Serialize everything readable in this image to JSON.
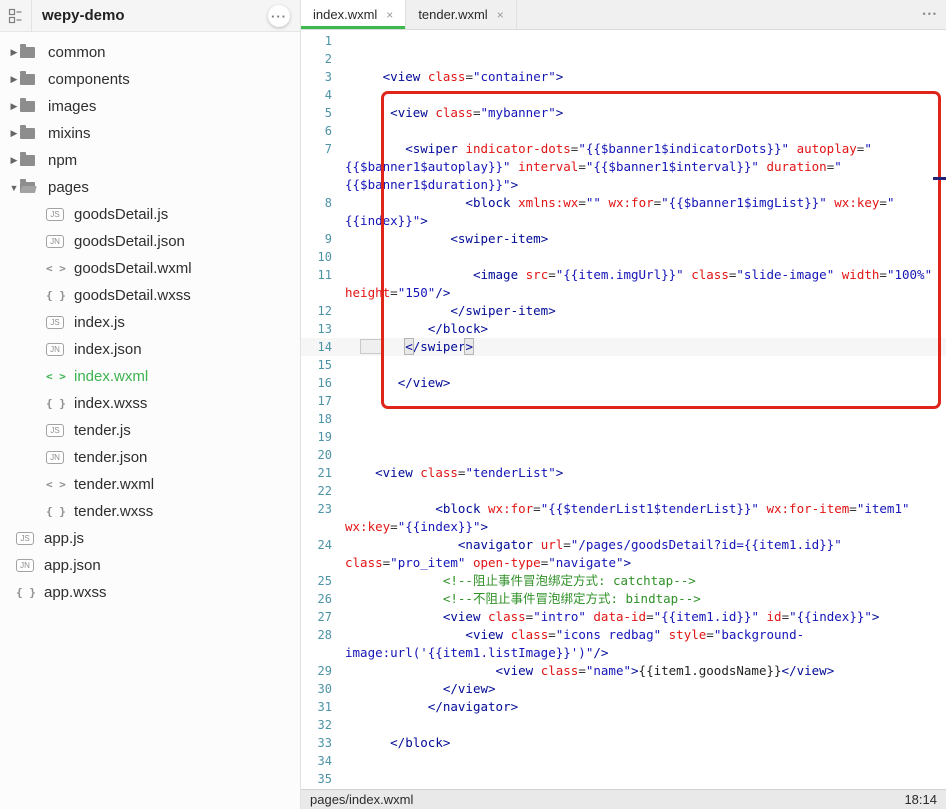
{
  "sidebar": {
    "project_name": "wepy-demo",
    "more_icon": "···",
    "tree": [
      {
        "label": "common",
        "type": "folder",
        "depth": 0
      },
      {
        "label": "components",
        "type": "folder",
        "depth": 0
      },
      {
        "label": "images",
        "type": "folder",
        "depth": 0
      },
      {
        "label": "mixins",
        "type": "folder",
        "depth": 0
      },
      {
        "label": "npm",
        "type": "folder",
        "depth": 0
      },
      {
        "label": "pages",
        "type": "folder",
        "depth": 0,
        "expanded": true
      },
      {
        "label": "goodsDetail.js",
        "type": "js",
        "depth": 1
      },
      {
        "label": "goodsDetail.json",
        "type": "json",
        "depth": 1
      },
      {
        "label": "goodsDetail.wxml",
        "type": "wxml",
        "depth": 1
      },
      {
        "label": "goodsDetail.wxss",
        "type": "wxss",
        "depth": 1
      },
      {
        "label": "index.js",
        "type": "js",
        "depth": 1
      },
      {
        "label": "index.json",
        "type": "json",
        "depth": 1
      },
      {
        "label": "index.wxml",
        "type": "wxml",
        "depth": 1,
        "selected": true
      },
      {
        "label": "index.wxss",
        "type": "wxss",
        "depth": 1
      },
      {
        "label": "tender.js",
        "type": "js",
        "depth": 1
      },
      {
        "label": "tender.json",
        "type": "json",
        "depth": 1
      },
      {
        "label": "tender.wxml",
        "type": "wxml",
        "depth": 1
      },
      {
        "label": "tender.wxss",
        "type": "wxss",
        "depth": 1
      },
      {
        "label": "app.js",
        "type": "js",
        "depth": 0
      },
      {
        "label": "app.json",
        "type": "json",
        "depth": 0
      },
      {
        "label": "app.wxss",
        "type": "wxss",
        "depth": 0
      }
    ],
    "badge_labels": {
      "js": "JS",
      "json": "JN",
      "wxml": "< >",
      "wxss": "{ }"
    }
  },
  "tabs": {
    "close_icon": "×",
    "overflow_icon": "•••",
    "items": [
      {
        "label": "index.wxml",
        "active": true
      },
      {
        "label": "tender.wxml",
        "active": false
      }
    ]
  },
  "editor": {
    "annotation_color": "#df241a",
    "lines": [
      {
        "n": 1,
        "t": ""
      },
      {
        "n": 2,
        "t": ""
      },
      {
        "n": 3,
        "t": "     <view class=\"container\">"
      },
      {
        "n": 4,
        "t": ""
      },
      {
        "n": 5,
        "t": "      <view class=\"mybanner\">"
      },
      {
        "n": 6,
        "t": ""
      },
      {
        "n": 7,
        "t": "        <swiper indicator-dots=\"{{$banner1$indicatorDots}}\" autoplay=\"{{$banner1$autoplay}}\" interval=\"{{$banner1$interval}}\" duration=\"{{$banner1$duration}}\">"
      },
      {
        "n": 8,
        "t": "                <block xmlns:wx=\"\" wx:for=\"{{$banner1$imgList}}\" wx:key=\"{{index}}\">"
      },
      {
        "n": 9,
        "t": "              <swiper-item>"
      },
      {
        "n": 10,
        "t": ""
      },
      {
        "n": 11,
        "t": "                 <image src=\"{{item.imgUrl}}\" class=\"slide-image\" width=\"100%\" height=\"150\"/>"
      },
      {
        "n": 12,
        "t": "              </swiper-item>"
      },
      {
        "n": 13,
        "t": "           </block>"
      },
      {
        "n": 14,
        "t": "        </swiper>",
        "cur": true,
        "bm": true,
        "ghost": true
      },
      {
        "n": 15,
        "t": ""
      },
      {
        "n": 16,
        "t": "       </view>"
      },
      {
        "n": 17,
        "t": ""
      },
      {
        "n": 18,
        "t": ""
      },
      {
        "n": 19,
        "t": ""
      },
      {
        "n": 20,
        "t": ""
      },
      {
        "n": 21,
        "t": "    <view class=\"tenderList\">"
      },
      {
        "n": 22,
        "t": ""
      },
      {
        "n": 23,
        "t": "            <block wx:for=\"{{$tenderList1$tenderList}}\" wx:for-item=\"item1\" wx:key=\"{{index}}\">"
      },
      {
        "n": 24,
        "t": "               <navigator url=\"/pages/goodsDetail?id={{item1.id}}\" class=\"pro_item\" open-type=\"navigate\">"
      },
      {
        "n": 25,
        "t": "             <!--阻止事件冒泡绑定方式: catchtap-->"
      },
      {
        "n": 26,
        "t": "             <!--不阻止事件冒泡绑定方式: bindtap-->"
      },
      {
        "n": 27,
        "t": "             <view class=\"intro\" data-id=\"{{item1.id}}\" id=\"{{index}}\">"
      },
      {
        "n": 28,
        "t": "                <view class=\"icons redbag\" style=\"background-image:url('{{item1.listImage}}')\"/>"
      },
      {
        "n": 29,
        "t": "                    <view class=\"name\">{{item1.goodsName}}</view>"
      },
      {
        "n": 30,
        "t": "             </view>"
      },
      {
        "n": 31,
        "t": "           </navigator>"
      },
      {
        "n": 32,
        "t": ""
      },
      {
        "n": 33,
        "t": "      </block>"
      },
      {
        "n": 34,
        "t": ""
      },
      {
        "n": 35,
        "t": ""
      }
    ]
  },
  "statusbar": {
    "file_path": "pages/index.wxml",
    "time": "18:14"
  },
  "colors": {
    "accent_green": "#3cb94e",
    "selected_file_green": "#3cb34f",
    "annotation_red": "#df241a",
    "tag": "#000a96",
    "attribute": "#e21414",
    "value": "#1515b8",
    "comment": "#2f9127",
    "line_number": "#4d93a8"
  }
}
